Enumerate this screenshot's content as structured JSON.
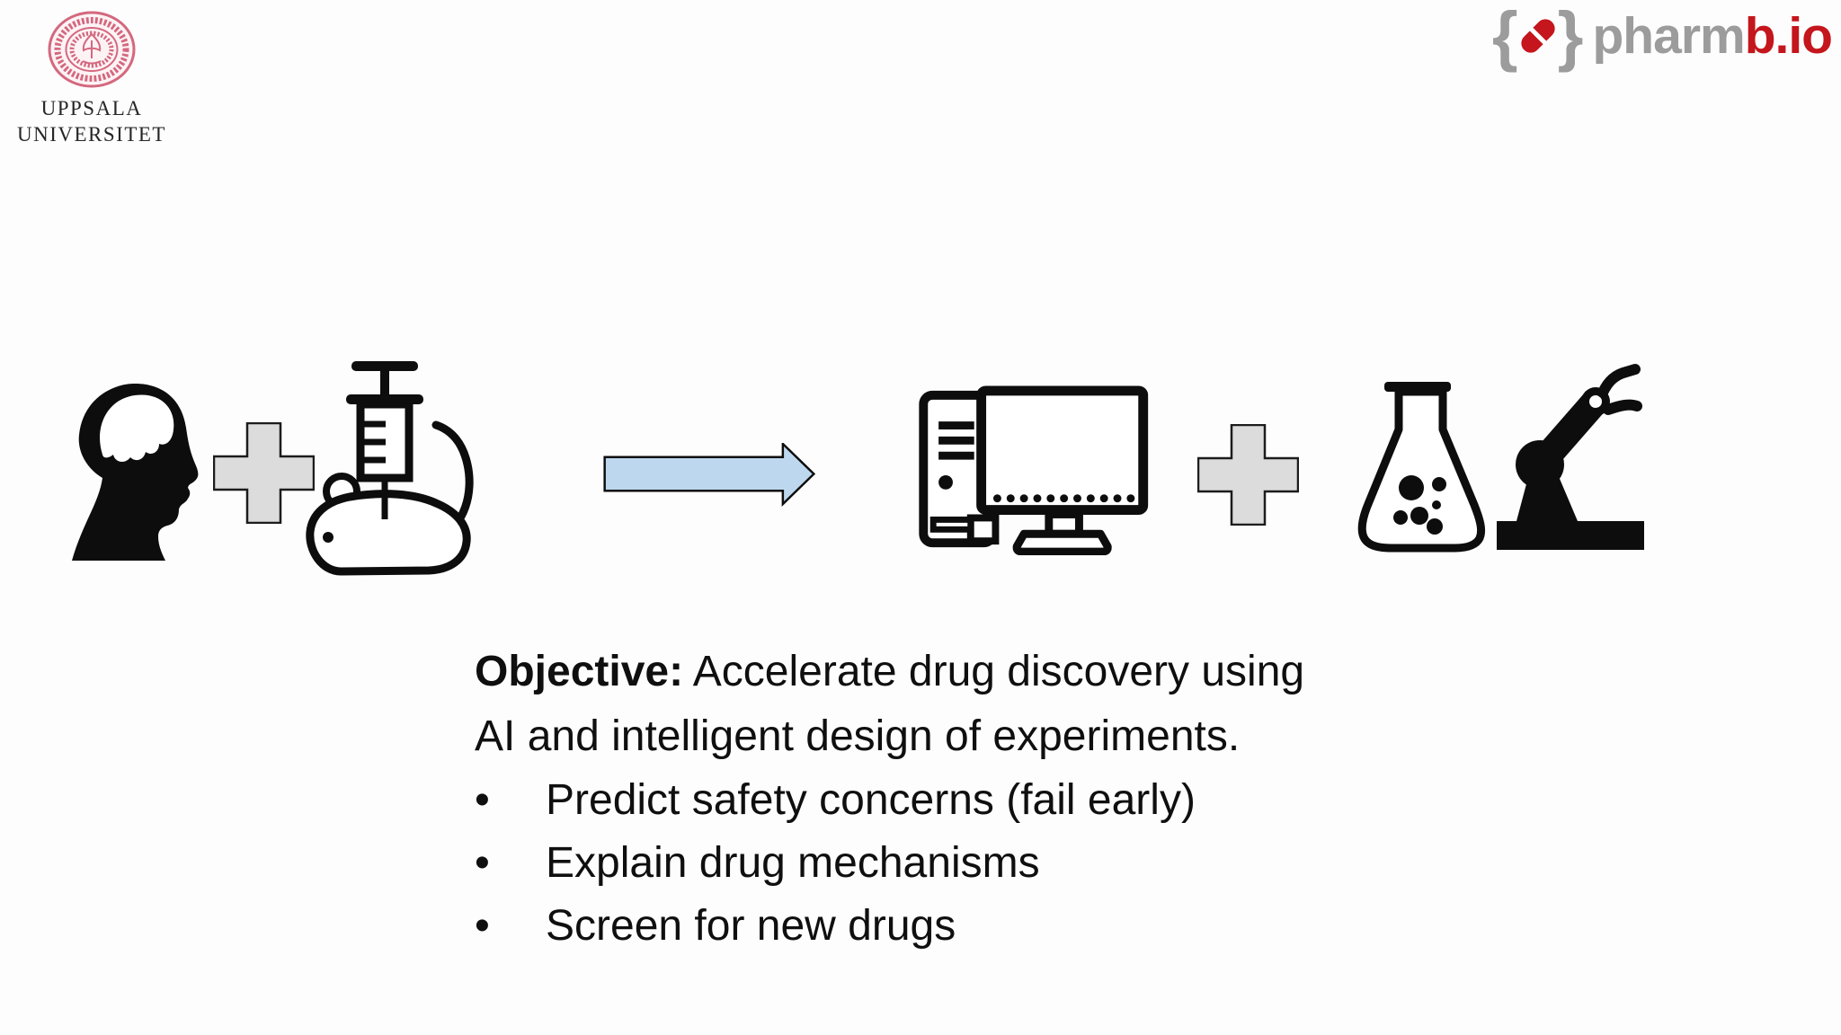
{
  "header": {
    "uppsala": {
      "seal_icon": "uppsala-seal-icon",
      "seal_color": "#d4687e",
      "wordmark_line1": "UPPSALA",
      "wordmark_line2": "UNIVERSITET"
    },
    "pharmbio": {
      "brace_left": "{",
      "brace_right": "}",
      "pill_icon": "pill-icon",
      "name_gray": "pharm",
      "name_red": "b.io",
      "gray_color": "#9c9c9c",
      "red_color": "#c4161c"
    }
  },
  "diagram": {
    "left_group": [
      "human-head-brain-icon",
      "plus-icon",
      "mouse-syringe-icon"
    ],
    "connector": "arrow-right-icon",
    "right_group": [
      "desktop-computer-icon",
      "plus-icon",
      "flask-icon",
      "robot-arm-icon"
    ],
    "arrow_fill": "#bdd7ee",
    "plus_fill": "#dcdcdc",
    "icon_color": "#0d0d0d"
  },
  "main": {
    "objective_label": "Objective:",
    "objective_rest": " Accelerate drug discovery using",
    "objective_line2": "AI and intelligent design of experiments.",
    "bullet_char": "•",
    "bullets": [
      "Predict safety concerns (fail early)",
      "Explain drug mechanisms",
      "Screen for new drugs"
    ]
  }
}
